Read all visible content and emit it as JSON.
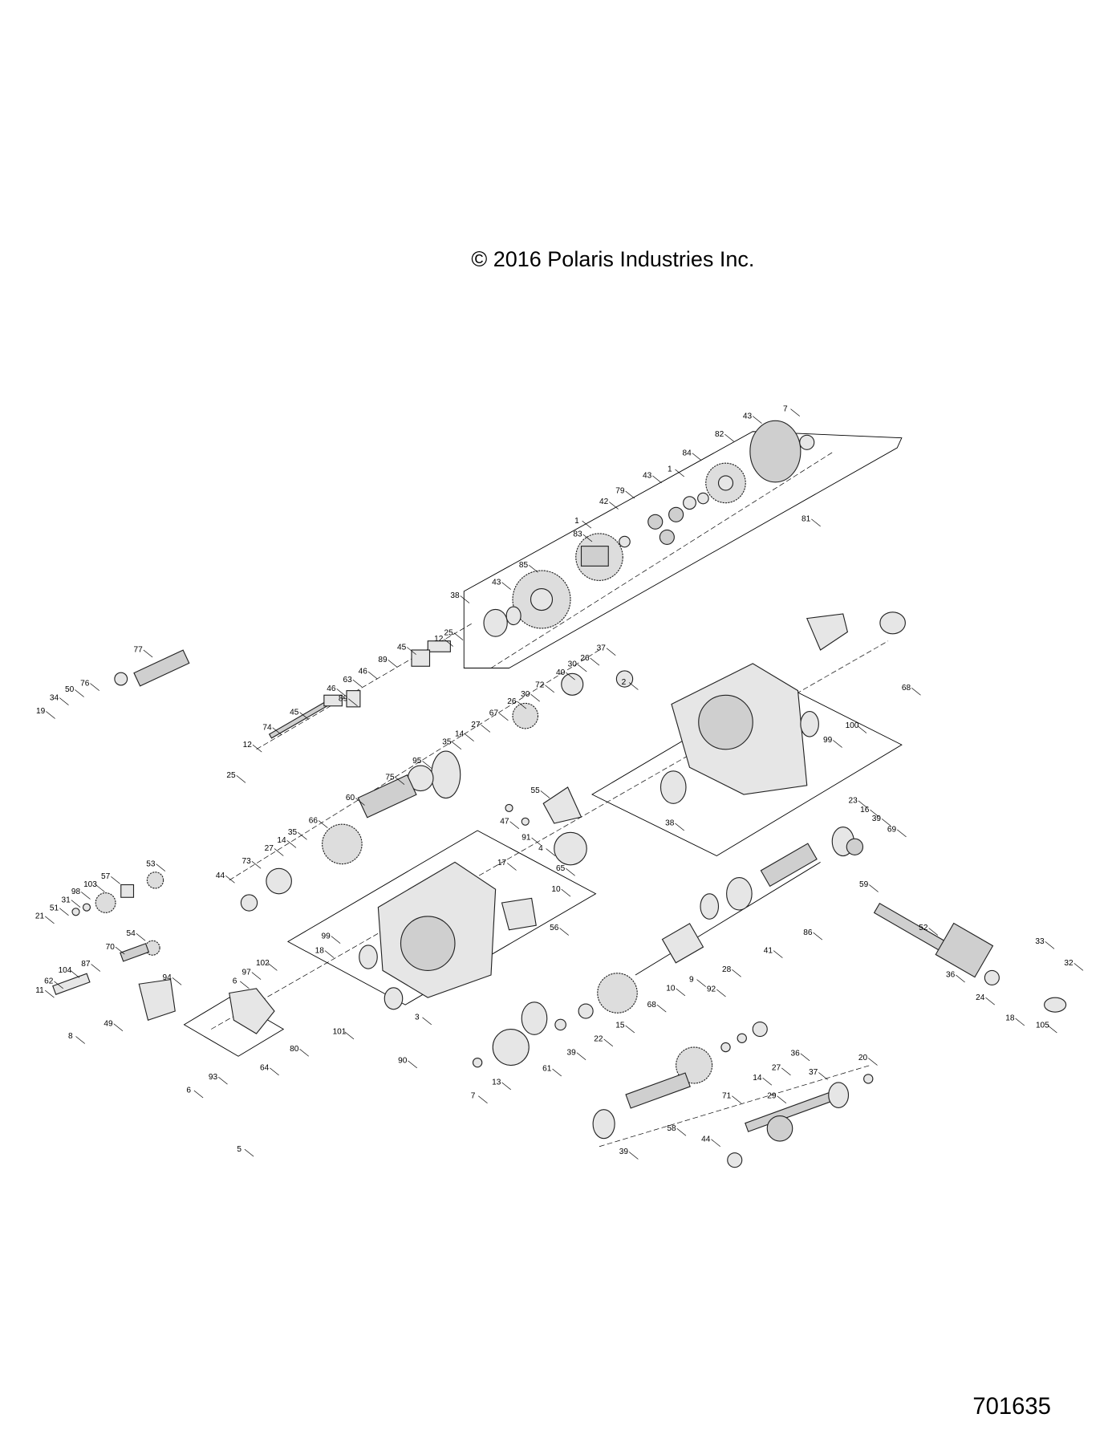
{
  "copyright": "© 2016 Polaris Industries Inc.",
  "diagram_number": "701635",
  "callouts": [
    "7",
    "43",
    "82",
    "43",
    "1",
    "84",
    "79",
    "42",
    "1",
    "83",
    "85",
    "43",
    "38",
    "81",
    "25",
    "12",
    "45",
    "89",
    "46",
    "63",
    "89",
    "46",
    "45",
    "74",
    "12",
    "25",
    "77",
    "76",
    "50",
    "34",
    "19",
    "37",
    "26",
    "30",
    "40",
    "72",
    "30",
    "26",
    "67",
    "27",
    "14",
    "35",
    "95",
    "75",
    "60",
    "66",
    "35",
    "14",
    "27",
    "73",
    "44",
    "55",
    "47",
    "91",
    "4",
    "65",
    "2",
    "68",
    "100",
    "99",
    "38",
    "23",
    "16",
    "39",
    "69",
    "59",
    "86",
    "41",
    "28",
    "92",
    "9",
    "10",
    "52",
    "36",
    "33",
    "32",
    "24",
    "18",
    "105",
    "17",
    "10",
    "56",
    "99",
    "18",
    "102",
    "97",
    "6",
    "101",
    "3",
    "90",
    "80",
    "64",
    "93",
    "6",
    "5",
    "8",
    "53",
    "57",
    "103",
    "98",
    "31",
    "51",
    "21",
    "54",
    "70",
    "87",
    "104",
    "62",
    "11",
    "94",
    "49",
    "68",
    "15",
    "22",
    "39",
    "61",
    "13",
    "7",
    "36",
    "27",
    "14",
    "71",
    "20",
    "37",
    "29",
    "58",
    "39",
    "44"
  ]
}
